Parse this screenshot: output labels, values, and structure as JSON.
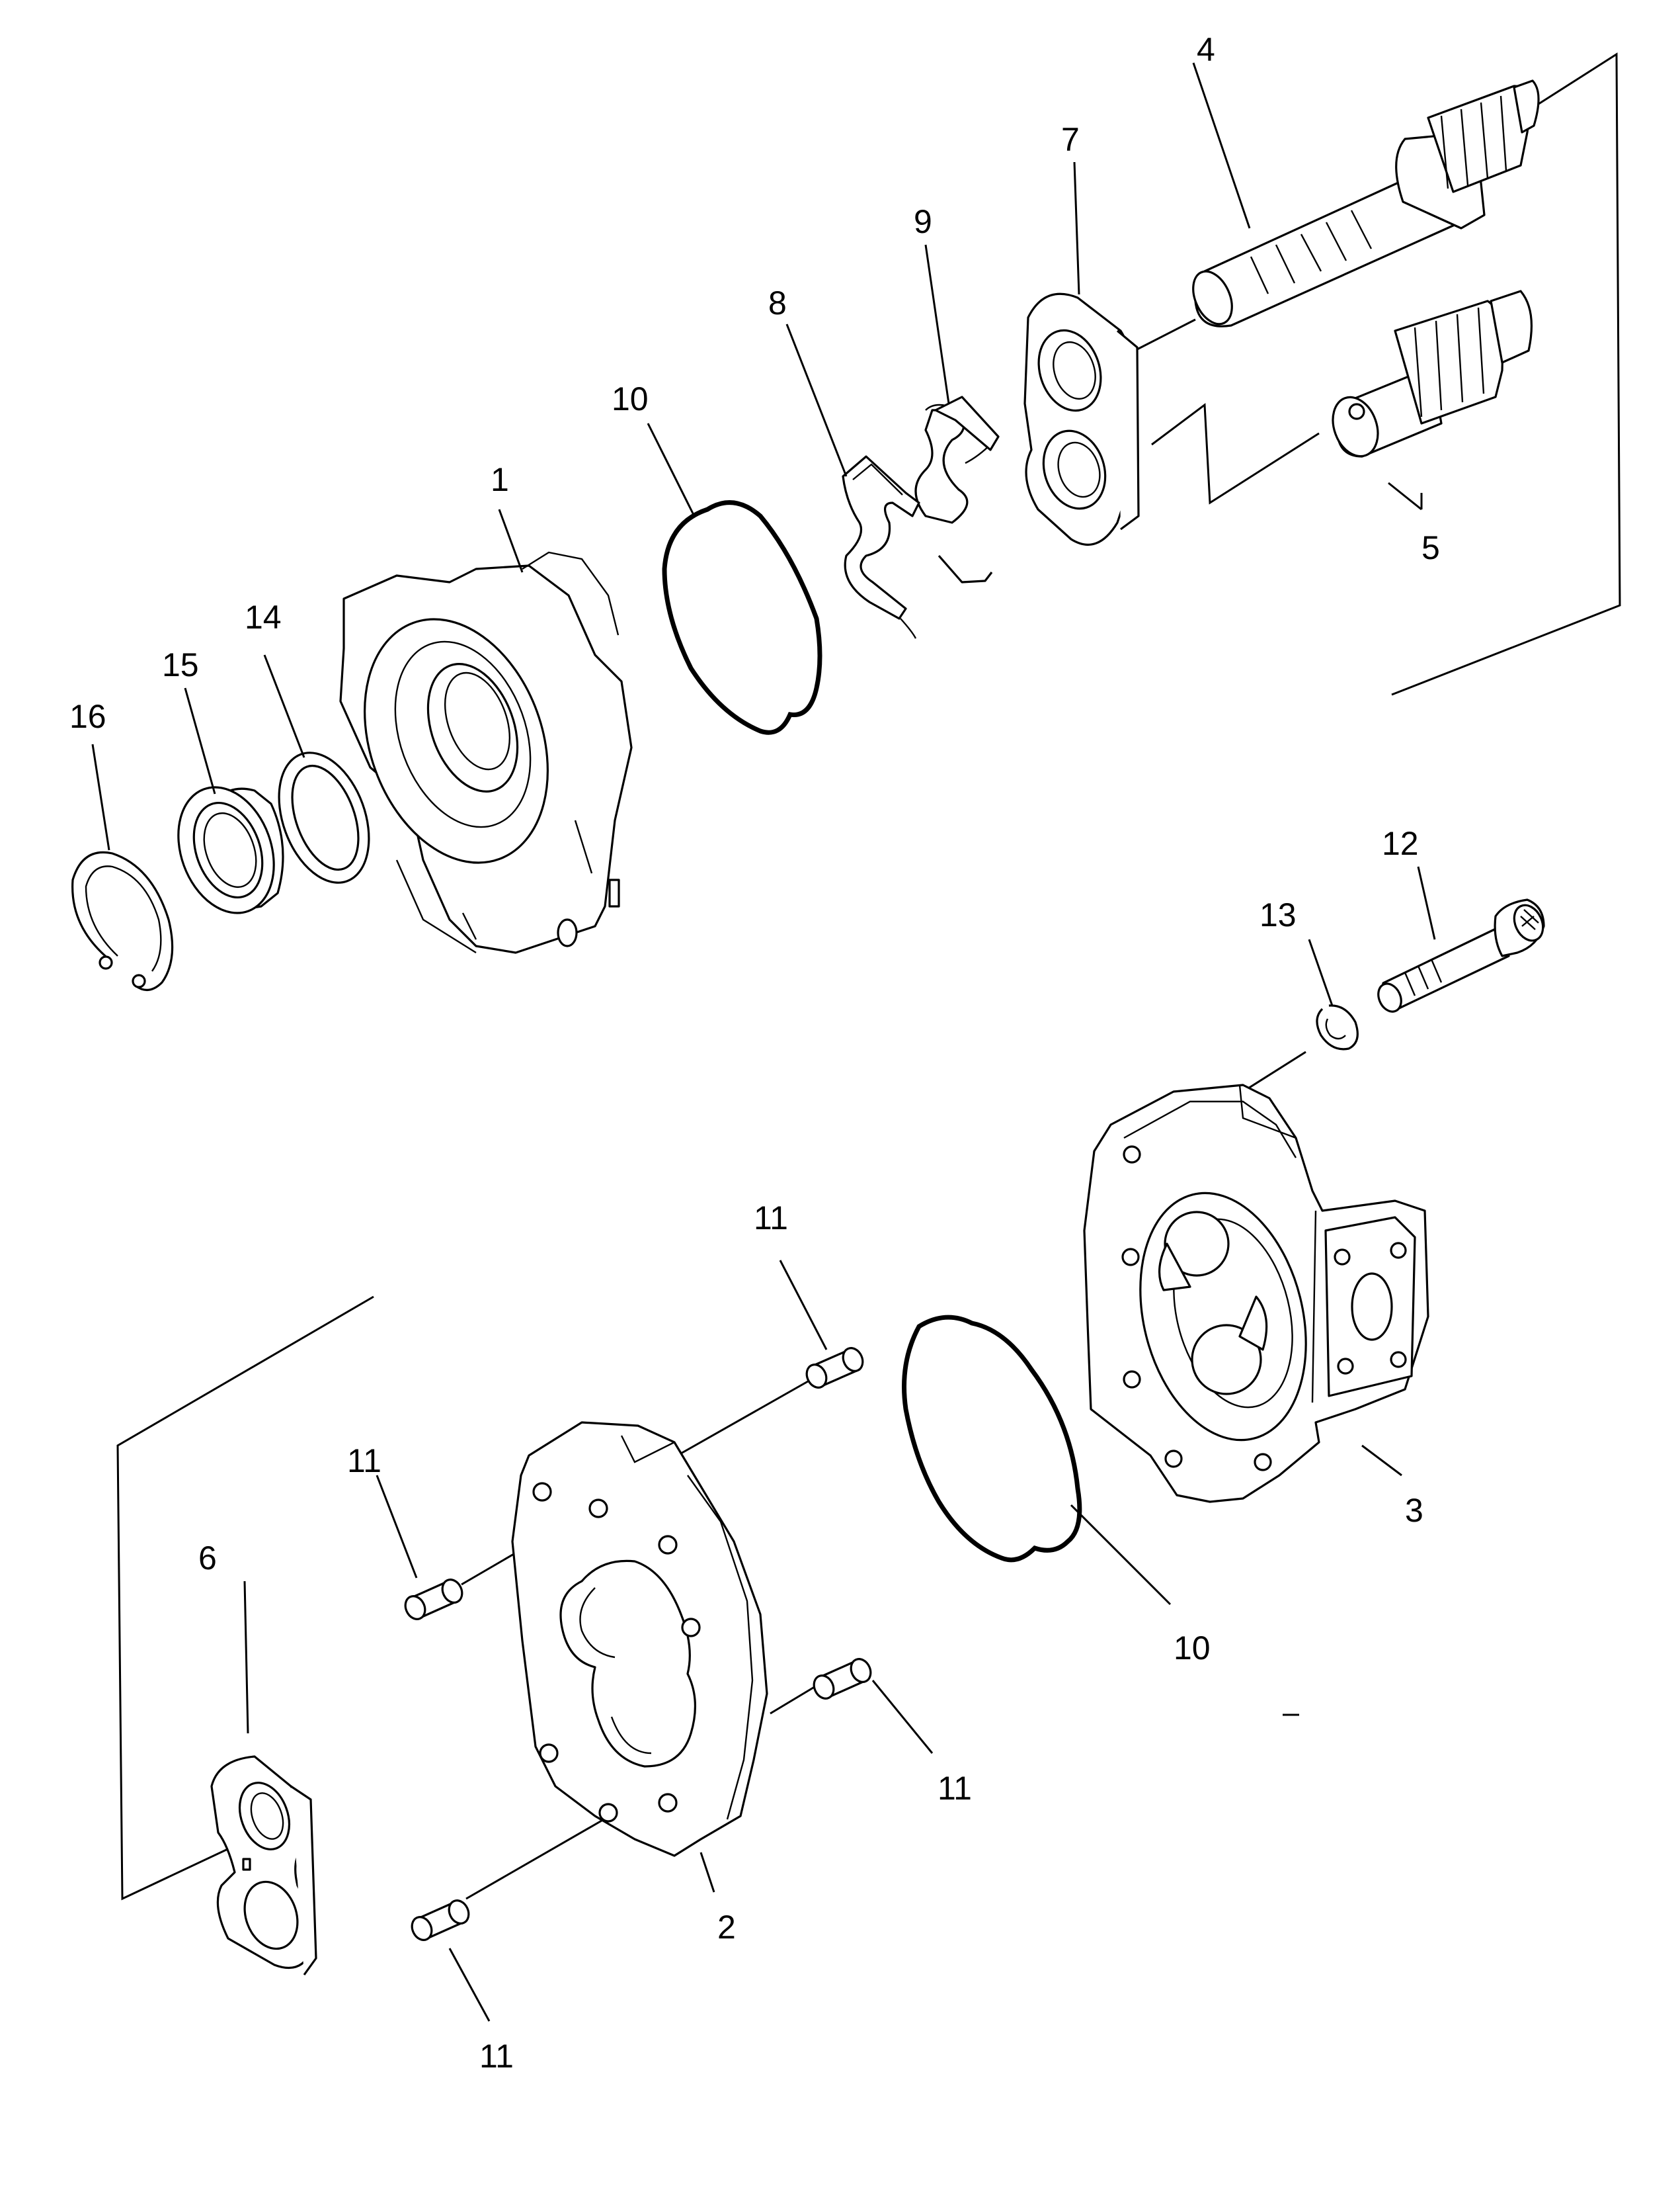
{
  "callouts": [
    {
      "id": "p1",
      "label": "1"
    },
    {
      "id": "p2",
      "label": "2"
    },
    {
      "id": "p3",
      "label": "3"
    },
    {
      "id": "p4",
      "label": "4"
    },
    {
      "id": "p5",
      "label": "5"
    },
    {
      "id": "p6",
      "label": "6"
    },
    {
      "id": "p7",
      "label": "7"
    },
    {
      "id": "p8",
      "label": "8"
    },
    {
      "id": "p9",
      "label": "9"
    },
    {
      "id": "p10a",
      "label": "10"
    },
    {
      "id": "p10b",
      "label": "10"
    },
    {
      "id": "p11a",
      "label": "11"
    },
    {
      "id": "p11b",
      "label": "11"
    },
    {
      "id": "p11c",
      "label": "11"
    },
    {
      "id": "p11d",
      "label": "11"
    },
    {
      "id": "p12",
      "label": "12"
    },
    {
      "id": "p13",
      "label": "13"
    },
    {
      "id": "p14",
      "label": "14"
    },
    {
      "id": "p15",
      "label": "15"
    },
    {
      "id": "p16",
      "label": "16"
    }
  ],
  "colors": {
    "ink": "#000000",
    "paper": "#ffffff"
  }
}
